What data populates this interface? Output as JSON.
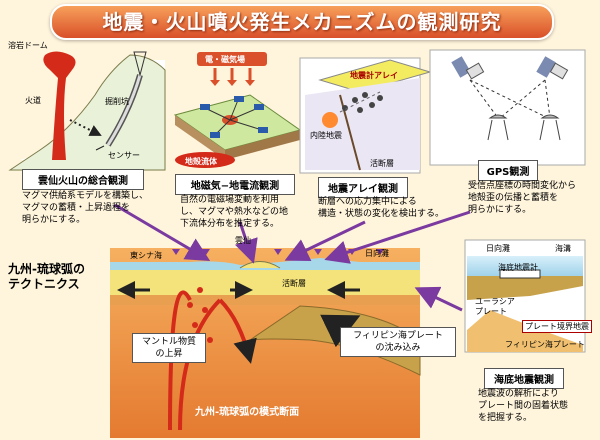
{
  "title": "地震・火山噴火発生メカニズムの観測研究",
  "unzen": {
    "label_dome": "溶岩ドーム",
    "label_conduit": "火道",
    "label_borehole": "掘削坑",
    "label_sensor": "センサー",
    "box_title": "雲仙火山の総合観測",
    "desc": [
      "マグマ供給系モデルを構築し、",
      "マグマの蓄積・上昇過程を",
      "明らかにする。"
    ]
  },
  "geomag": {
    "top_label": "電・磁気場",
    "fluid_label": "地殻流体",
    "box_title": "地磁気−地電流観測",
    "desc": [
      "自然の電磁場変動を利用",
      "し、マグマや熱水などの地",
      "下流体分布を推定する。"
    ]
  },
  "array": {
    "array_label": "地震計アレイ",
    "inland_label": "内陸地震",
    "fault_label": "活断層",
    "box_title": "地震アレイ観測",
    "desc": [
      "断層への応力集中による",
      "構造・状態の変化を検出する。"
    ]
  },
  "gps": {
    "box_title": "GPS観測",
    "desc": [
      "受信点座標の時間変化から",
      "地殻歪の伝播と蓄積を",
      "明らかにする。"
    ]
  },
  "section": {
    "region_label": [
      "九州-琉球弧の",
      "テクトニクス"
    ],
    "east_china_sea": "東シナ海",
    "unzen_label": "雲仙",
    "hyuganada": "日向灘",
    "active_fault": "活断層",
    "mantle_label": [
      "マントル物質",
      "の上昇"
    ],
    "philippine_label": [
      "フィリピン海プレート",
      "の沈み込み"
    ],
    "footer": "九州-琉球弧の模式断面"
  },
  "seafloor": {
    "hyuganada": "日向灘",
    "kaiko": "海溝",
    "obs": "海底地震計",
    "eurasia": [
      "ユーラシア",
      "プレート"
    ],
    "boundary": "プレート境界地震",
    "philippine": "フィリピン海プレート",
    "box_title": "海底地震観測",
    "desc": [
      "地震波の解析により",
      "プレート間の固着状態",
      "を把握する。"
    ]
  },
  "colors": {
    "banner_top": "#f7a05a",
    "banner_bottom": "#d9502a",
    "arrow_purple": "#7a3aa0",
    "magma_red": "#d42a1a",
    "plate_tan": "#c7a24a",
    "mantle_orange": "#f09040",
    "sea_blue": "#bfe4f2"
  }
}
